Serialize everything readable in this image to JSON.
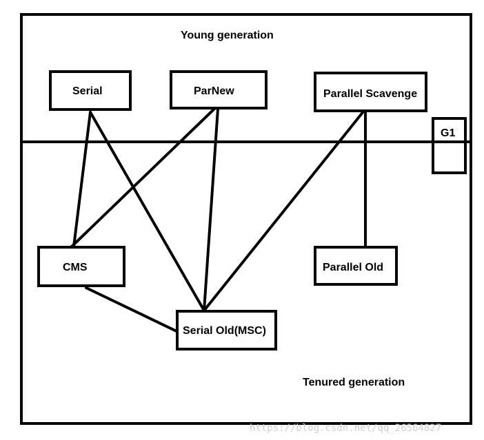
{
  "labels": {
    "young": "Young generation",
    "tenured": "Tenured generation",
    "watermark": "https://blog.csdn.net/qq_26564827"
  },
  "collectors": {
    "serial": "Serial",
    "parnew": "ParNew",
    "parallel_scavenge": "Parallel Scavenge",
    "g1": "G1",
    "cms": "CMS",
    "parallel_old": "Parallel Old",
    "serial_old": "Serial Old(MSC)"
  },
  "connections": [
    [
      "serial",
      "cms"
    ],
    [
      "serial",
      "serial_old"
    ],
    [
      "parnew",
      "cms"
    ],
    [
      "parnew",
      "serial_old"
    ],
    [
      "parallel_scavenge",
      "serial_old"
    ],
    [
      "parallel_scavenge",
      "parallel_old"
    ],
    [
      "cms",
      "serial_old"
    ]
  ],
  "colors": {
    "stroke": "#000000",
    "background": "#ffffff",
    "watermark": "#cfcfcf"
  }
}
